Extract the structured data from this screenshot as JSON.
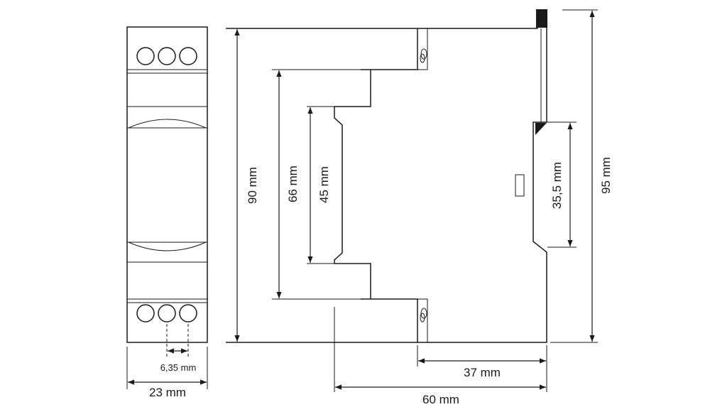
{
  "dimensions": {
    "front_width": "23 mm",
    "terminal_pitch": "6,35 mm",
    "total_height": "90 mm",
    "middle_height": "66 mm",
    "front_height": "45 mm",
    "rail_height": "35,5 mm",
    "overall_height": "95 mm",
    "rail_depth": "37 mm",
    "total_depth": "60 mm"
  }
}
